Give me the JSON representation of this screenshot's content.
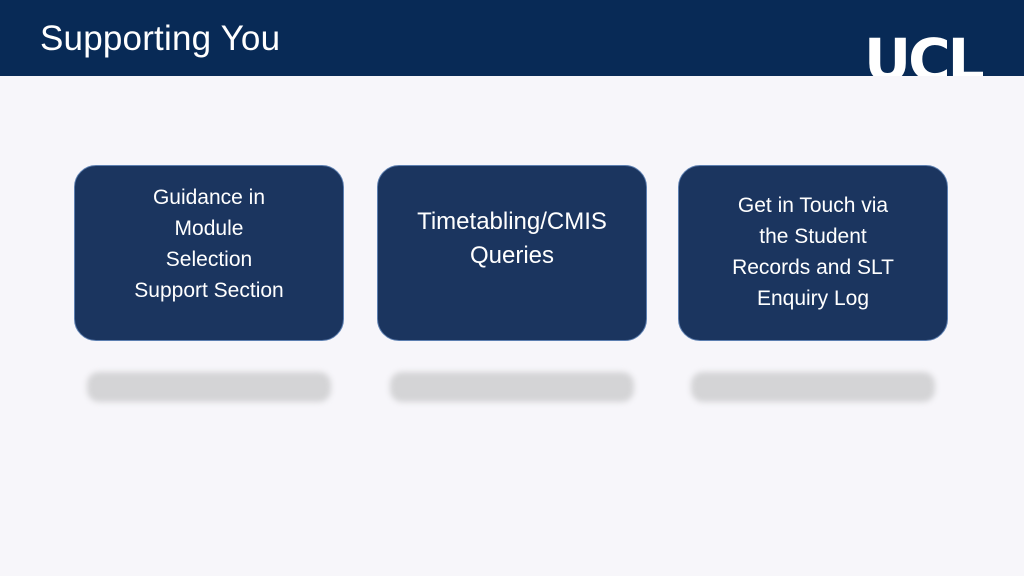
{
  "header": {
    "title": "Supporting You",
    "logo_text": "UCL"
  },
  "cards": [
    {
      "lines": [
        "Guidance in",
        "Module",
        "Selection",
        "Support Section"
      ]
    },
    {
      "lines": [
        "Timetabling/CMIS",
        "Queries"
      ]
    },
    {
      "lines": [
        "Get in Touch via",
        "the Student",
        "Records and SLT",
        "Enquiry Log"
      ]
    }
  ],
  "colors": {
    "header_bg": "#082a56",
    "card_bg": "#1b355f",
    "card_border": "#5d7fb0",
    "page_bg": "#f7f6fa",
    "shadow": "#d4d4d6"
  }
}
